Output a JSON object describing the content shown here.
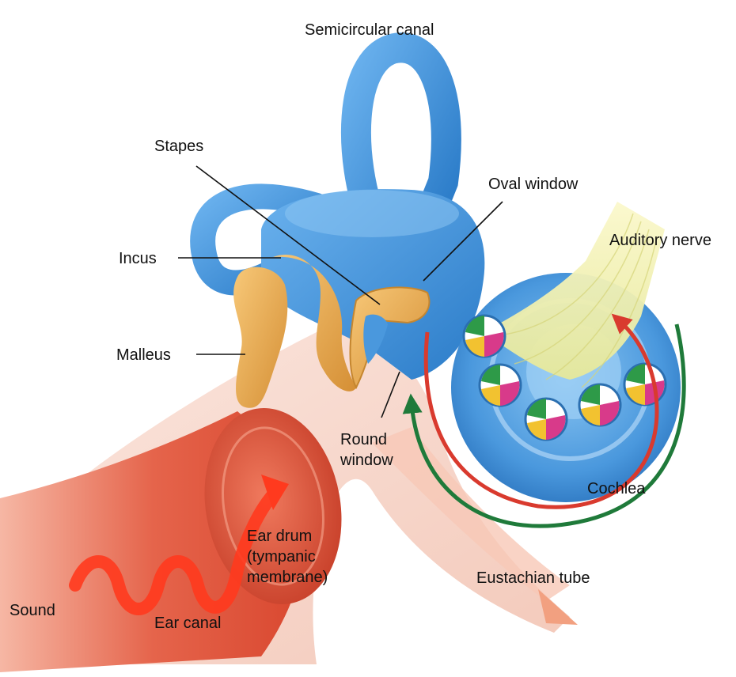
{
  "labels": {
    "semicircular_canal": "Semicircular canal",
    "stapes": "Stapes",
    "oval_window": "Oval window",
    "auditory_nerve": "Auditory nerve",
    "incus": "Incus",
    "malleus": "Malleus",
    "round_window_line1": "Round",
    "round_window_line2": "window",
    "cochlea": "Cochlea",
    "ear_drum_line1": "Ear drum",
    "ear_drum_line2": "(tympanic",
    "ear_drum_line3": "membrane)",
    "eustachian_tube": "Eustachian tube",
    "sound": "Sound",
    "ear_canal": "Ear canal"
  },
  "colors": {
    "canal_blue": "#3f8fd6",
    "canal_blue_dark": "#1f6db4",
    "ossicle_orange": "#e8a84a",
    "ear_canal_red": "#e2573f",
    "skin_pink": "#f6d7cc",
    "nerve_yellow": "#f0efaa",
    "sound_wave": "#ff3a1e",
    "arrow_red": "#d93a2e",
    "arrow_green": "#1f7a3a"
  }
}
